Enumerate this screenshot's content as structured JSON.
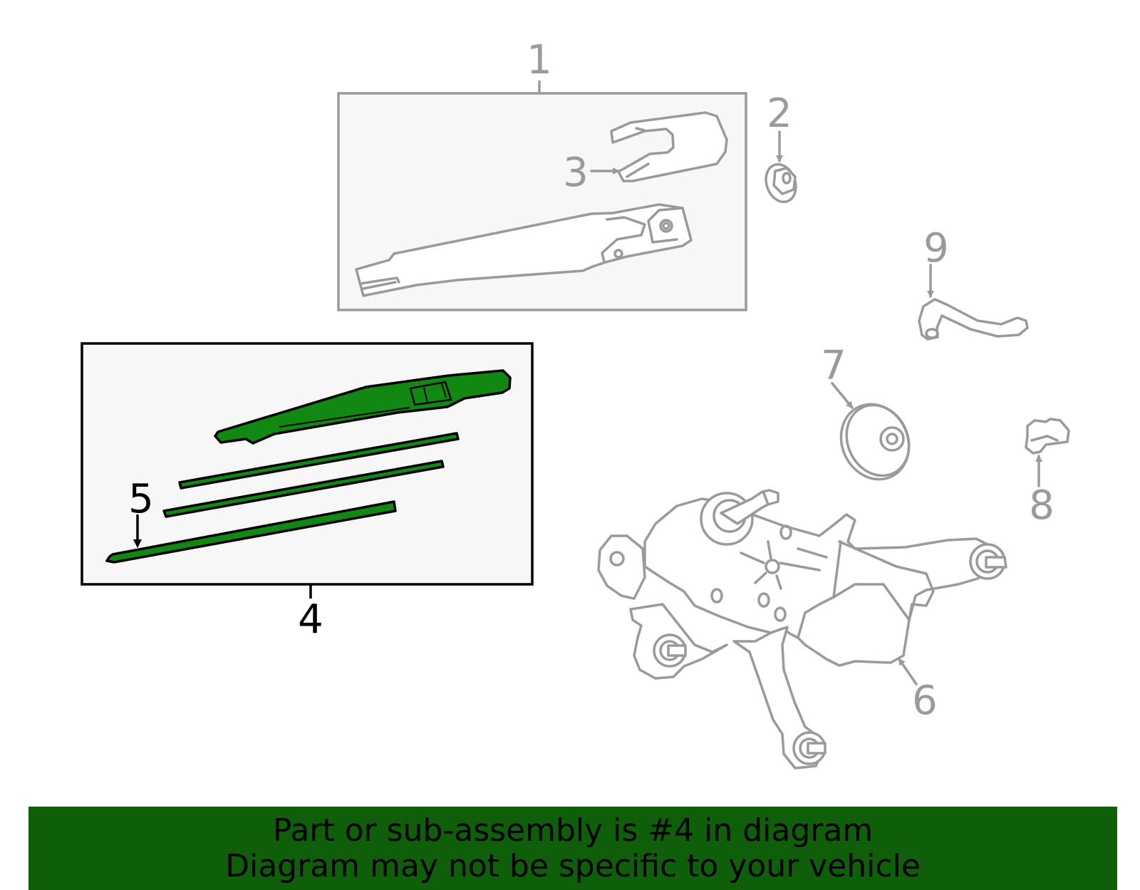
{
  "colors": {
    "part_highlight": "#118811",
    "banner_background": "#0f5e0a",
    "line_grey": "#9a9a9a",
    "box_fill": "#f7f7f7"
  },
  "callouts": {
    "c1": "1",
    "c2": "2",
    "c3": "3",
    "c4": "4",
    "c5": "5",
    "c6": "6",
    "c7": "7",
    "c8": "8",
    "c9": "9"
  },
  "highlighted_part": "4",
  "banner": {
    "line1": "Part or sub-assembly is #4 in diagram",
    "line2": "Diagram may not be specific to your vehicle"
  }
}
